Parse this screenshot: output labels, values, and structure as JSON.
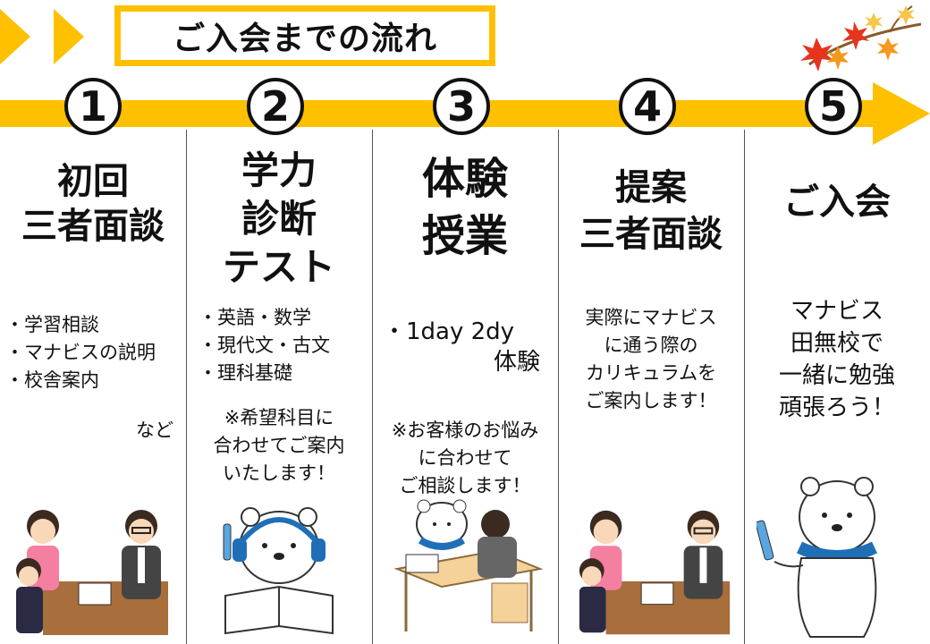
{
  "header": {
    "title": "ご入会までの流れ"
  },
  "colors": {
    "accent": "#FFC000",
    "text": "#111111"
  },
  "steps": [
    {
      "number": "1",
      "title_lines": [
        "初回",
        "三者面談"
      ],
      "bullets": [
        "・学習相談",
        "・マナビスの説明",
        "・校舎案内"
      ],
      "note": "など",
      "illustration": "meeting-illustration"
    },
    {
      "number": "2",
      "title_lines": [
        "学力",
        "診断",
        "テスト"
      ],
      "bullets": [
        "・英語・数学",
        "・現代文・古文",
        "・理科基礎"
      ],
      "note_lines": [
        "※希望科目に",
        "合わせてご案内",
        "いたします！"
      ],
      "illustration": "bear-headphones-illustration"
    },
    {
      "number": "3",
      "title_lines": [
        "体験",
        "授業"
      ],
      "bullets": [
        "・1day 2dy"
      ],
      "bullet_cont": "体験",
      "note_lines": [
        "※お客様のお悩み",
        "に合わせて",
        "ご相談します！"
      ],
      "illustration": "bear-student-illustration"
    },
    {
      "number": "4",
      "title_lines": [
        "提案",
        "三者面談"
      ],
      "text_lines": [
        "実際にマナビス",
        "に通う際の",
        "カリキュラムを",
        "ご案内します！"
      ],
      "illustration": "meeting-illustration"
    },
    {
      "number": "5",
      "title_lines": [
        "ご入会"
      ],
      "text_lines": [
        "マナビス",
        "田無校で",
        "一緒に勉強",
        "頑張ろう！"
      ],
      "illustration": "bear-pencil-illustration"
    }
  ],
  "decorations": {
    "corner": "maple-leaves-icon"
  }
}
